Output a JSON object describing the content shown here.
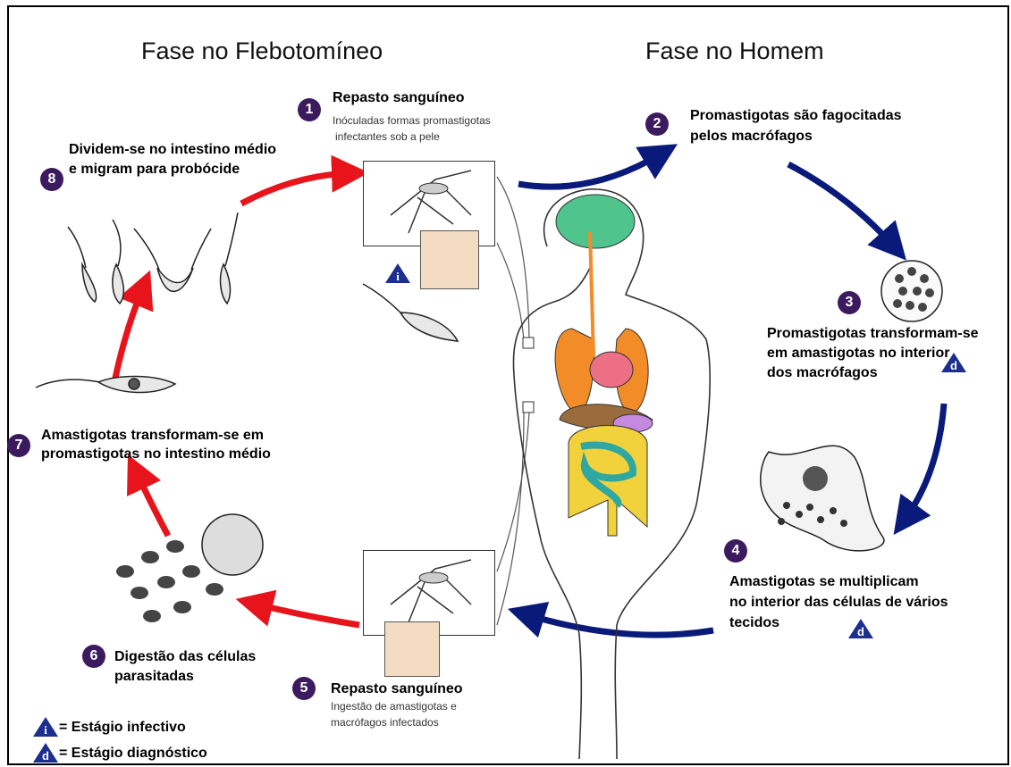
{
  "phases": {
    "sandfly": "Fase no Flebotomíneo",
    "human": "Fase no Homem"
  },
  "steps": [
    {
      "number": "1",
      "title": "Repasto sanguíneo",
      "sub": [
        "Inóculadas formas promastigotas",
        "infectantes sob a pele"
      ]
    },
    {
      "number": "2",
      "title": [
        "Promastigotas são fagocitadas",
        "pelos macrófagos"
      ]
    },
    {
      "number": "3",
      "title": [
        "Promastigotas transformam-se",
        "em amastigotas no interior",
        "dos macrófagos"
      ]
    },
    {
      "number": "4",
      "title": [
        "Amastigotas se multiplicam",
        "no interior das células de vários",
        "tecidos"
      ]
    },
    {
      "number": "5",
      "title": "Repasto sanguíneo",
      "sub": [
        "Ingestão de amastigotas e",
        "macrófagos infectados"
      ]
    },
    {
      "number": "6",
      "title": [
        "Digestão das células",
        "parasitadas"
      ]
    },
    {
      "number": "7",
      "title": [
        "Amastigotas transformam-se em",
        "promastigotas no intestino médio"
      ]
    },
    {
      "number": "8",
      "title": [
        "Dividem-se no intestino médio",
        "e migram para probócide"
      ]
    }
  ],
  "stage_marks": {
    "infective": "i",
    "diagnostic": "d"
  },
  "legend": {
    "infective_label": "= Estágio infectivo",
    "diagnostic_label": "= Estágio diagnóstico"
  },
  "colors": {
    "red_arrow": "#e8141c",
    "blue_arrow": "#0a1a7a",
    "number_badge": "#3b1a5e",
    "triangle": "#1c2f8f"
  }
}
